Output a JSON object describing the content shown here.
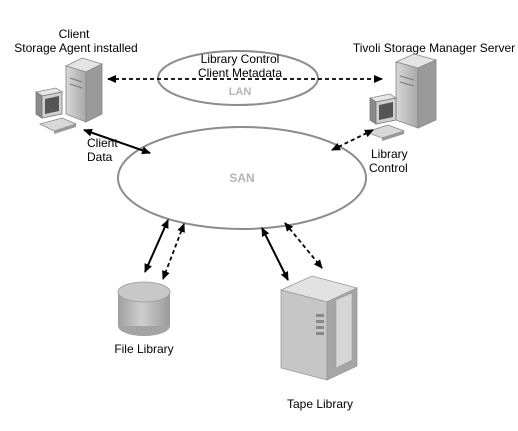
{
  "client": {
    "label_line1": "Client",
    "label_line2": "Storage Agent installed"
  },
  "server": {
    "label": "Tivoli Storage Manager Server"
  },
  "lan": {
    "label": "LAN",
    "line1": "Library Control",
    "line2": "Client Metadata"
  },
  "san": {
    "label": "SAN"
  },
  "client_data": {
    "line1": "Client",
    "line2": "Data"
  },
  "library_control": {
    "line1": "Library",
    "line2": "Control"
  },
  "file_library": {
    "label": "File Library"
  },
  "tape_library": {
    "label": "Tape Library"
  },
  "colors": {
    "ellipse_stroke": "#8c8c8c",
    "ellipse_label": "#b4b4b4",
    "device_gray": "#c4c4c4",
    "device_dark": "#7a7a7a",
    "arrow": "#000000"
  },
  "icons": [
    "client-computer-icon",
    "server-computer-icon",
    "disk-cylinder-icon",
    "tape-cabinet-icon"
  ]
}
